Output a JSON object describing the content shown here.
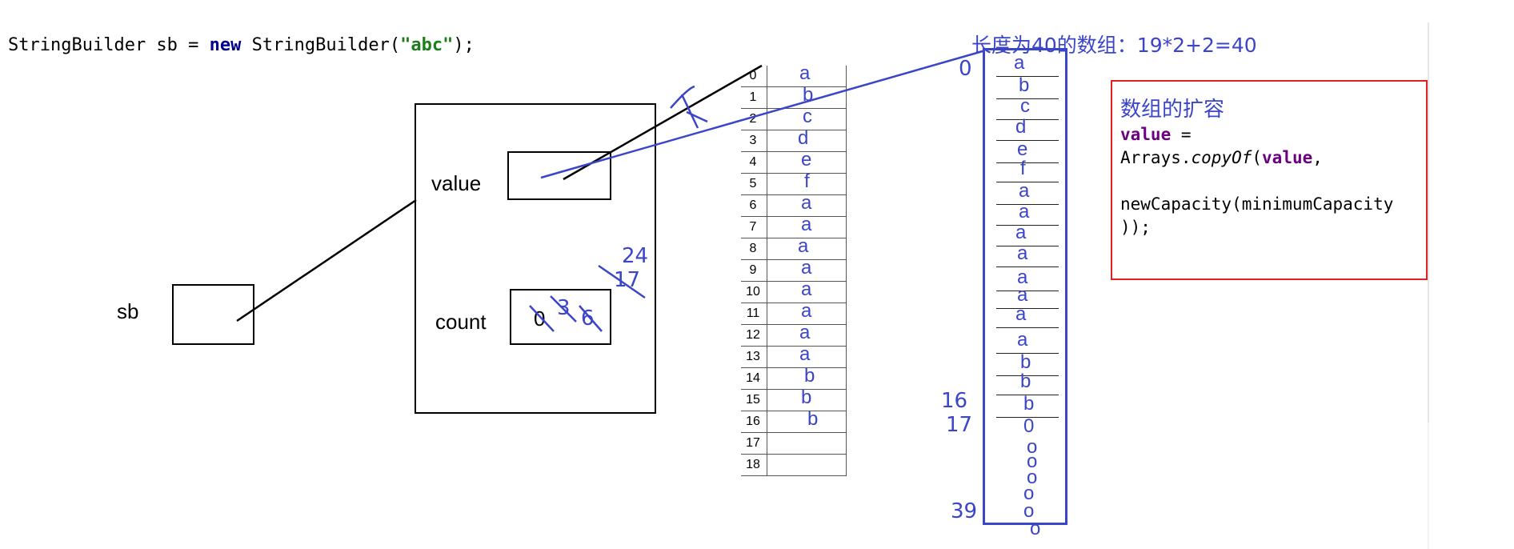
{
  "code": {
    "type_name": "StringBuilder",
    "var_name": " sb = ",
    "keyword_new": "new",
    "ctor_call": " StringBuilder(",
    "string_literal": "\"abc\"",
    "suffix": ");"
  },
  "labels": {
    "sb": "sb",
    "value": "value",
    "count": "count"
  },
  "count_values": [
    "0",
    "3",
    "6"
  ],
  "capacity_values": [
    "24",
    "17"
  ],
  "old_array": {
    "indices": [
      "0",
      "1",
      "2",
      "3",
      "4",
      "5",
      "6",
      "7",
      "8",
      "9",
      "10",
      "11",
      "12",
      "13",
      "14",
      "15",
      "16",
      "17",
      "18"
    ],
    "values": [
      "a",
      "b",
      "c",
      "d",
      "e",
      "f",
      "a",
      "a",
      "a",
      "a",
      "a",
      "a",
      "a",
      "a",
      "b",
      "b",
      "b",
      "",
      ""
    ]
  },
  "new_array": {
    "title": "长度为40的数组：19*2+2=40",
    "index_labels": [
      "0",
      "16",
      "17",
      "39"
    ],
    "values": [
      "a",
      "b",
      "c",
      "d",
      "e",
      "f",
      "a",
      "a",
      "a",
      "a",
      "a",
      "a",
      "a",
      "a",
      "b",
      "b",
      "b",
      "0",
      "o",
      "o",
      "o",
      "o",
      "o",
      "o"
    ]
  },
  "info_box": {
    "title": "数组的扩容",
    "line1_kw": "value",
    "line1_rest": " =",
    "line2_a": "Arrays.",
    "line2_method": "copyOf",
    "line2_b": "(",
    "line2_kw": "value",
    "line2_c": ",",
    "line3": "newCapacity(minimumCapacity",
    "line4": "));"
  },
  "colors": {
    "annotation_blue": "#3b45c8",
    "box_border_red": "#e02020",
    "keyword_navy": "#00008b",
    "string_green": "#1a7f1a",
    "field_purple": "#6b0080"
  }
}
